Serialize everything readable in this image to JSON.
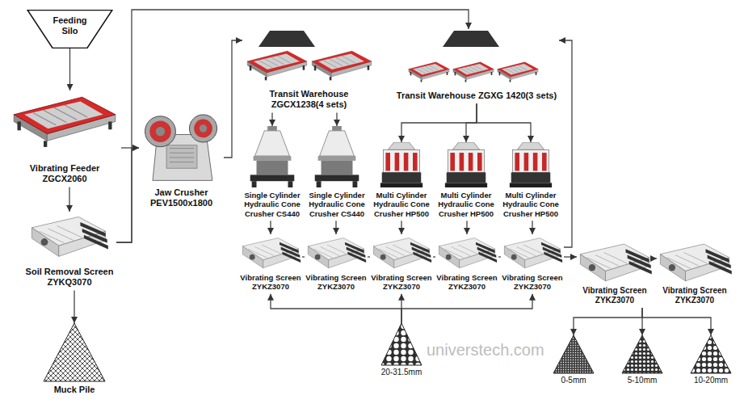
{
  "diagram": {
    "nodes": [
      {
        "text": [
          "Feeding Silo"
        ]
      },
      {
        "text": [
          "Vibrating Feeder",
          "ZGCX2060"
        ]
      },
      {
        "text": [
          "Soil Removal Screen",
          "ZYKQ3070"
        ]
      },
      {
        "text": [
          "Muck Pile"
        ]
      },
      {
        "text": [
          "Jaw Crusher",
          "PEV1500x1800"
        ]
      },
      {
        "text": [
          "Transit Warehouse",
          "ZGCX1238(4 sets)"
        ]
      },
      {
        "text": [
          "Transit Warehouse ZGXG 1420(3 sets)"
        ]
      },
      {
        "text": [
          "Single Cylinder Hydraulic Cone Crusher CS440"
        ]
      },
      {
        "text": [
          "Single Cylinder Hydraulic Cone Crusher CS440"
        ]
      },
      {
        "text": [
          "Multi Cylinder Hydraulic Cone Crusher HP500"
        ]
      },
      {
        "text": [
          "Multi Cylinder Hydraulic Cone Crusher HP500"
        ]
      },
      {
        "text": [
          "Multi Cylinder Hydraulic Cone Crusher HP500"
        ]
      },
      {
        "text": [
          "Vibrating Screen",
          "ZYKZ3070"
        ]
      },
      {
        "text": [
          "Vibrating Screen",
          "ZYKZ3070"
        ]
      },
      {
        "text": [
          "Vibrating Screen",
          "ZYKZ3070"
        ]
      },
      {
        "text": [
          "Vibrating Screen",
          "ZYKZ3070"
        ]
      },
      {
        "text": [
          "Vibrating Screen",
          "ZYKZ3070"
        ]
      },
      {
        "text": [
          "Vibrating Screen",
          "ZYKZ3070"
        ]
      },
      {
        "text": [
          "Vibrating Screen",
          "ZYKZ3070"
        ]
      },
      {
        "text": [
          "20-31.5mm"
        ]
      },
      {
        "text": [
          "0-5mm"
        ]
      },
      {
        "text": [
          "5-10mm"
        ]
      },
      {
        "text": [
          "10-20mm"
        ]
      }
    ],
    "edges": [
      {
        "from": 0,
        "to": 1,
        "arrow": "to"
      },
      {
        "from": 1,
        "to": 2,
        "arrow": "to"
      },
      {
        "from": 2,
        "to": 3,
        "arrow": "to"
      },
      {
        "from": 1,
        "to": 4,
        "arrow": "to"
      },
      {
        "from": 2,
        "to": 4,
        "arrow": "to"
      },
      {
        "from": 2,
        "to": 6,
        "arrow": "to"
      },
      {
        "from": 4,
        "to": 5,
        "arrow": "to"
      },
      {
        "from": 5,
        "to": 7,
        "arrow": "to"
      },
      {
        "from": 5,
        "to": 8,
        "arrow": "to"
      },
      {
        "from": 6,
        "to": 9,
        "arrow": "to"
      },
      {
        "from": 6,
        "to": 10,
        "arrow": "to"
      },
      {
        "from": 6,
        "to": 11,
        "arrow": "to"
      },
      {
        "from": 7,
        "to": 12,
        "arrow": "to"
      },
      {
        "from": 8,
        "to": 13,
        "arrow": "to"
      },
      {
        "from": 9,
        "to": 14,
        "arrow": "to"
      },
      {
        "from": 10,
        "to": 15,
        "arrow": "to"
      },
      {
        "from": 11,
        "to": 16,
        "arrow": "to"
      },
      {
        "from": 12,
        "to": 13,
        "arrow": "none"
      },
      {
        "from": 13,
        "to": 14,
        "arrow": "none"
      },
      {
        "from": 14,
        "to": 15,
        "arrow": "none"
      },
      {
        "from": 15,
        "to": 16,
        "arrow": "none"
      },
      {
        "from": 16,
        "to": 17,
        "arrow": "to"
      },
      {
        "from": 17,
        "to": 18,
        "arrow": "to"
      },
      {
        "from": 16,
        "to": 6,
        "arrow": "to"
      },
      {
        "from": 19,
        "to": 12,
        "arrow": "to"
      },
      {
        "from": 19,
        "to": 14,
        "arrow": "to"
      },
      {
        "from": 19,
        "to": 16,
        "arrow": "to"
      },
      {
        "from": 17,
        "to": 20,
        "arrow": "to"
      },
      {
        "from": 17,
        "to": 21,
        "arrow": "to"
      },
      {
        "from": 17,
        "to": 22,
        "arrow": "to"
      }
    ],
    "labels": [
      "universtech.com"
    ]
  }
}
